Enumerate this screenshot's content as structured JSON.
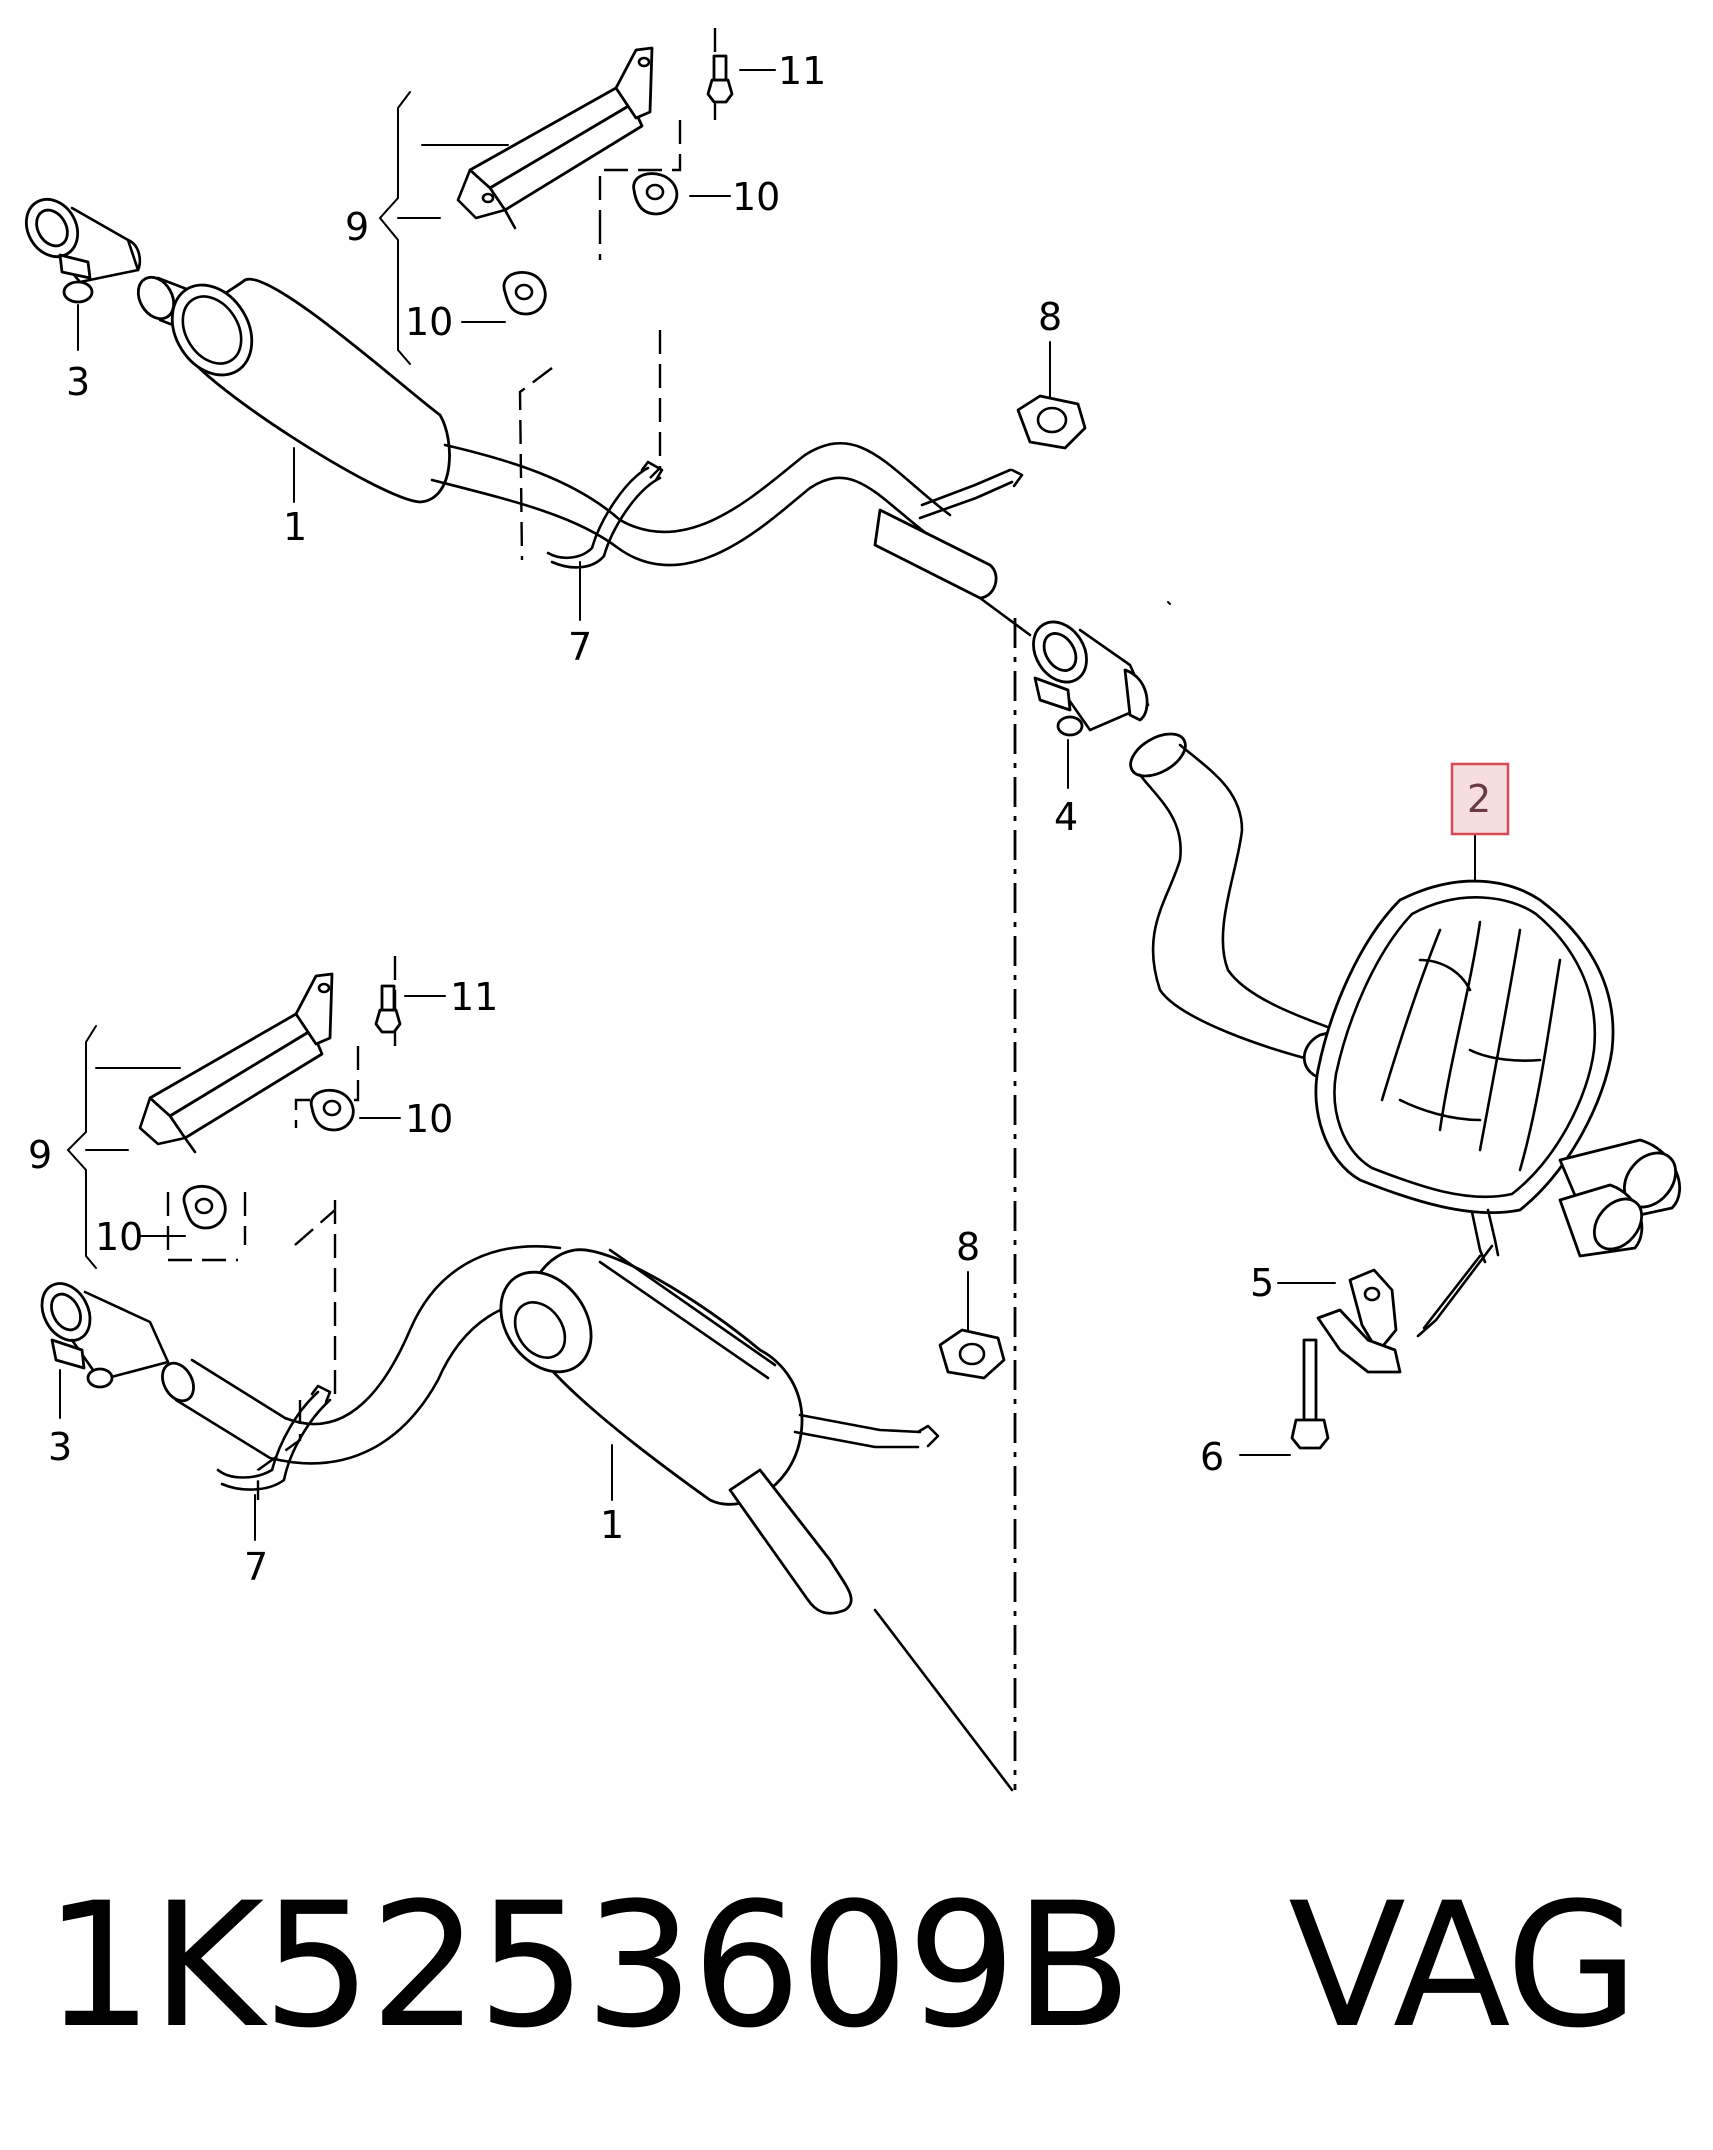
{
  "diagram": {
    "labels": {
      "top": {
        "l1": "1",
        "l3": "3",
        "l7": "7",
        "l8": "8",
        "l9": "9",
        "l10a": "10",
        "l10b": "10",
        "l11": "11"
      },
      "right": {
        "l2": "2",
        "l4": "4",
        "l5": "5",
        "l6": "6"
      },
      "bottom": {
        "l1": "1",
        "l3": "3",
        "l7": "7",
        "l8": "8",
        "l9": "9",
        "l10a": "10",
        "l10b": "10",
        "l11": "11"
      }
    },
    "highlighted_part": "2",
    "highlight_color": "#d64a55"
  },
  "caption": {
    "part_number": "1K5253609B",
    "brand": "VAG",
    "text": "1K5253609B   VAG"
  }
}
